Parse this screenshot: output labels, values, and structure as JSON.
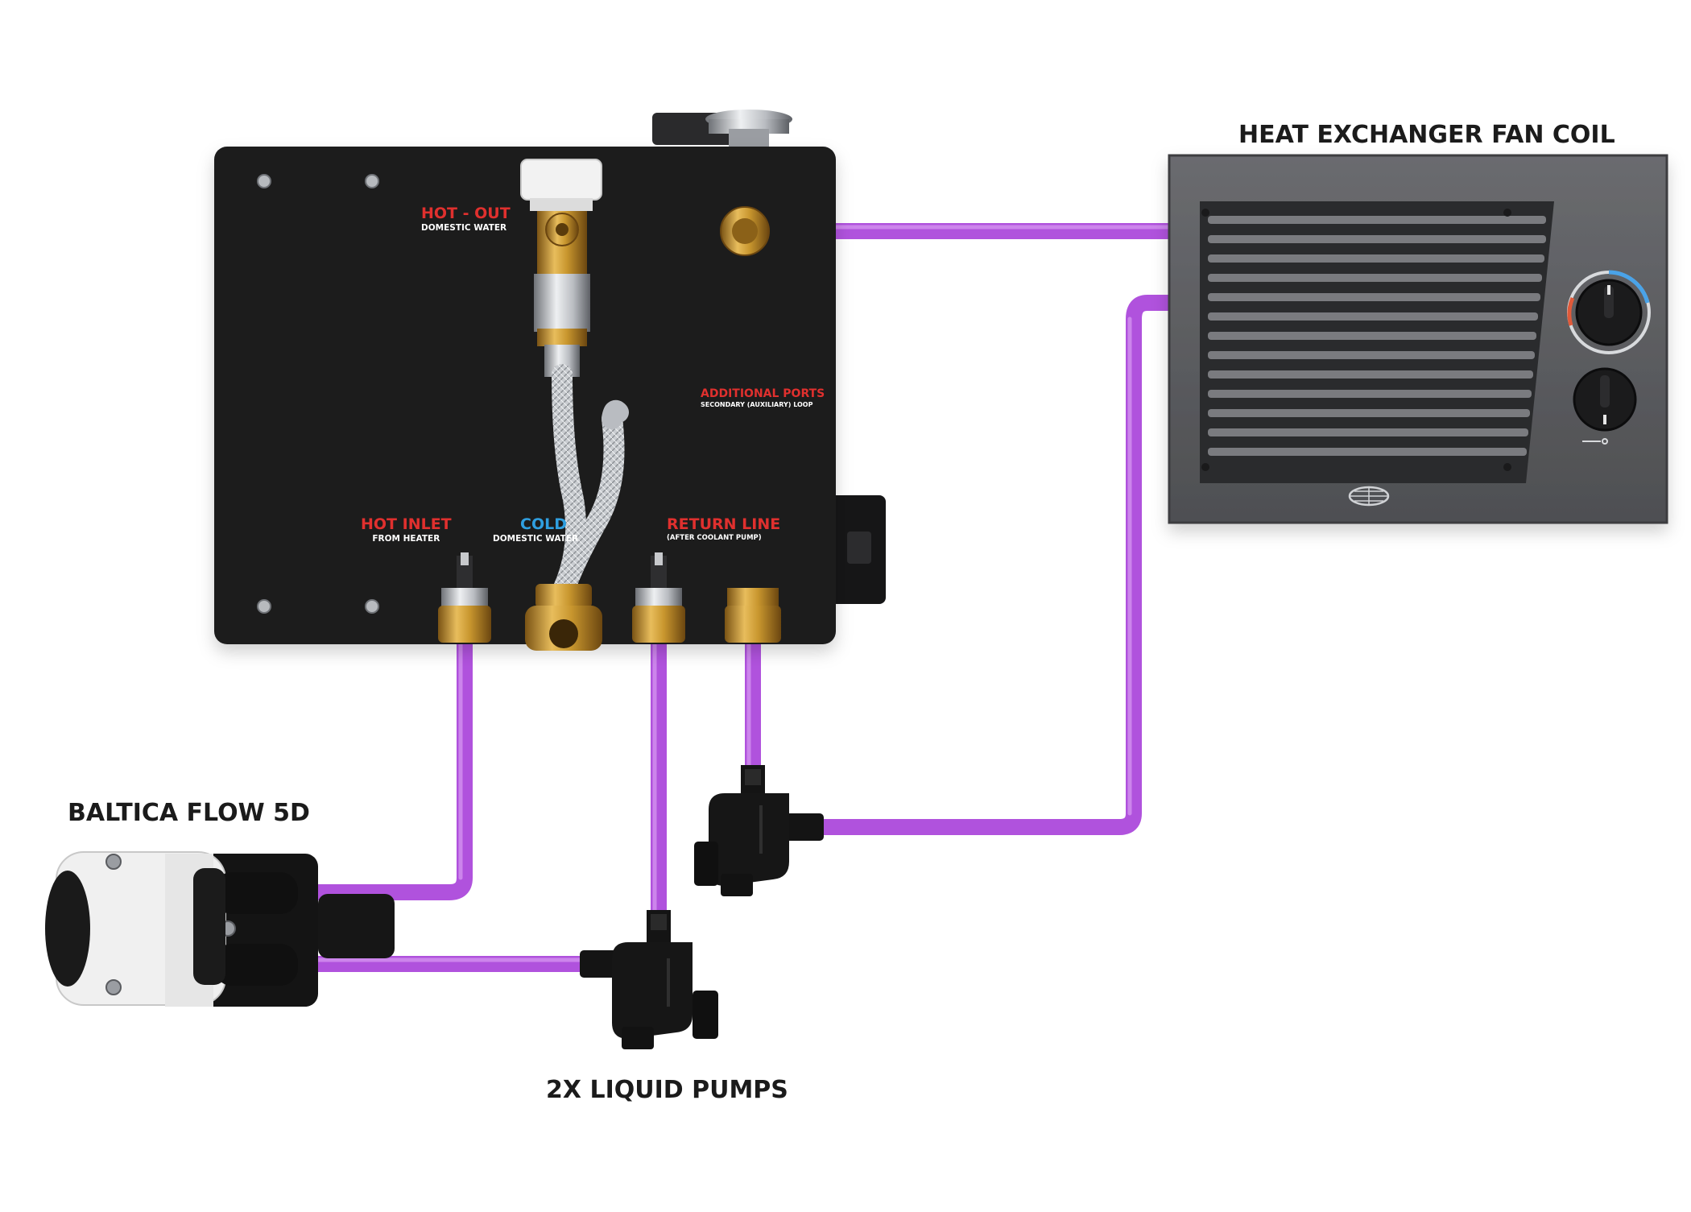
{
  "callouts": {
    "fan_coil": "HEAT EXCHANGER FAN COIL",
    "pump_model": "BALTICA FLOW 5D",
    "liquid_pumps": "2X LIQUID PUMPS"
  },
  "panel_labels": {
    "hot_out": {
      "main": "HOT - OUT",
      "sub": "DOMESTIC WATER"
    },
    "additional_ports": {
      "main": "ADDITIONAL PORTS",
      "sub": "SECONDARY (AUXILIARY) LOOP"
    },
    "hot_inlet": {
      "main": "HOT INLET",
      "sub": "FROM HEATER"
    },
    "cold_in": {
      "main": "COLD",
      "sub": "DOMESTIC WATER"
    },
    "return_line": {
      "main": "RETURN LINE",
      "sub": "(AFTER COOLANT PUMP)"
    }
  },
  "colors": {
    "pipe": "#b052dd",
    "panel": "#1c1c1e",
    "label_red": "#e0302e",
    "label_blue": "#2f9fe0",
    "fan_coil_body": "#58595c",
    "brass": "#c8962e"
  }
}
